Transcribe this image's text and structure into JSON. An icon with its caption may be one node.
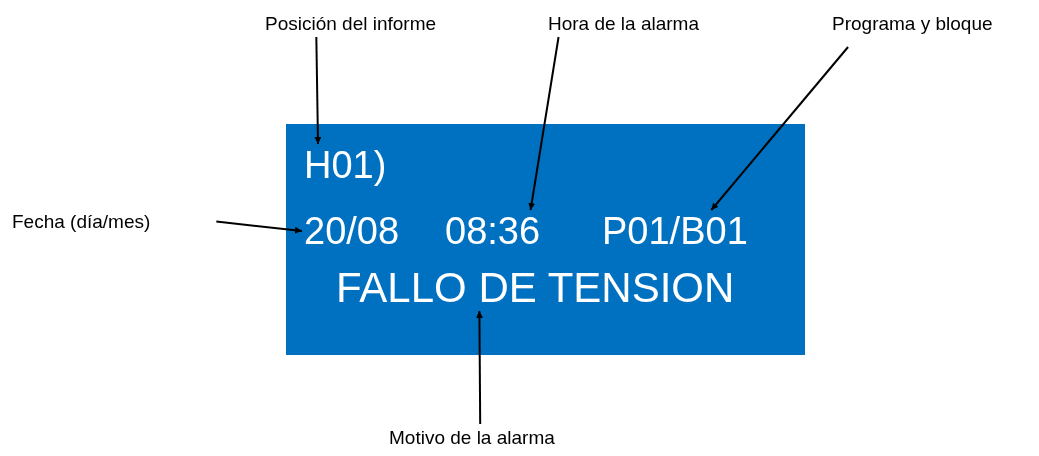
{
  "diagram": {
    "nodes": [
      {
        "text": [
          "Posición del informe"
        ]
      },
      {
        "text": [
          "Hora de la alarma"
        ]
      },
      {
        "text": [
          "Programa y bloque"
        ]
      },
      {
        "text": [
          "Fecha (día/mes)"
        ]
      },
      {
        "text": [],
        "shape": "box"
      },
      {
        "text": [
          "H01)"
        ],
        "in": 4
      },
      {
        "text": [
          "20/08"
        ],
        "in": 4
      },
      {
        "text": [
          "08:36"
        ],
        "in": 4
      },
      {
        "text": [
          "P01/B01"
        ],
        "in": 4
      },
      {
        "text": [
          "FALLO DE TENSION"
        ],
        "in": 4
      },
      {
        "text": [
          "Motivo de la alarma"
        ]
      }
    ],
    "edges": [
      {
        "from": 0,
        "to": 5,
        "arrow": "to"
      },
      {
        "from": 1,
        "to": 7,
        "arrow": "to"
      },
      {
        "from": 2,
        "to": 8,
        "arrow": "to"
      },
      {
        "from": 3,
        "to": 6,
        "arrow": "to"
      },
      {
        "from": 10,
        "to": 9,
        "arrow": "to"
      }
    ]
  }
}
